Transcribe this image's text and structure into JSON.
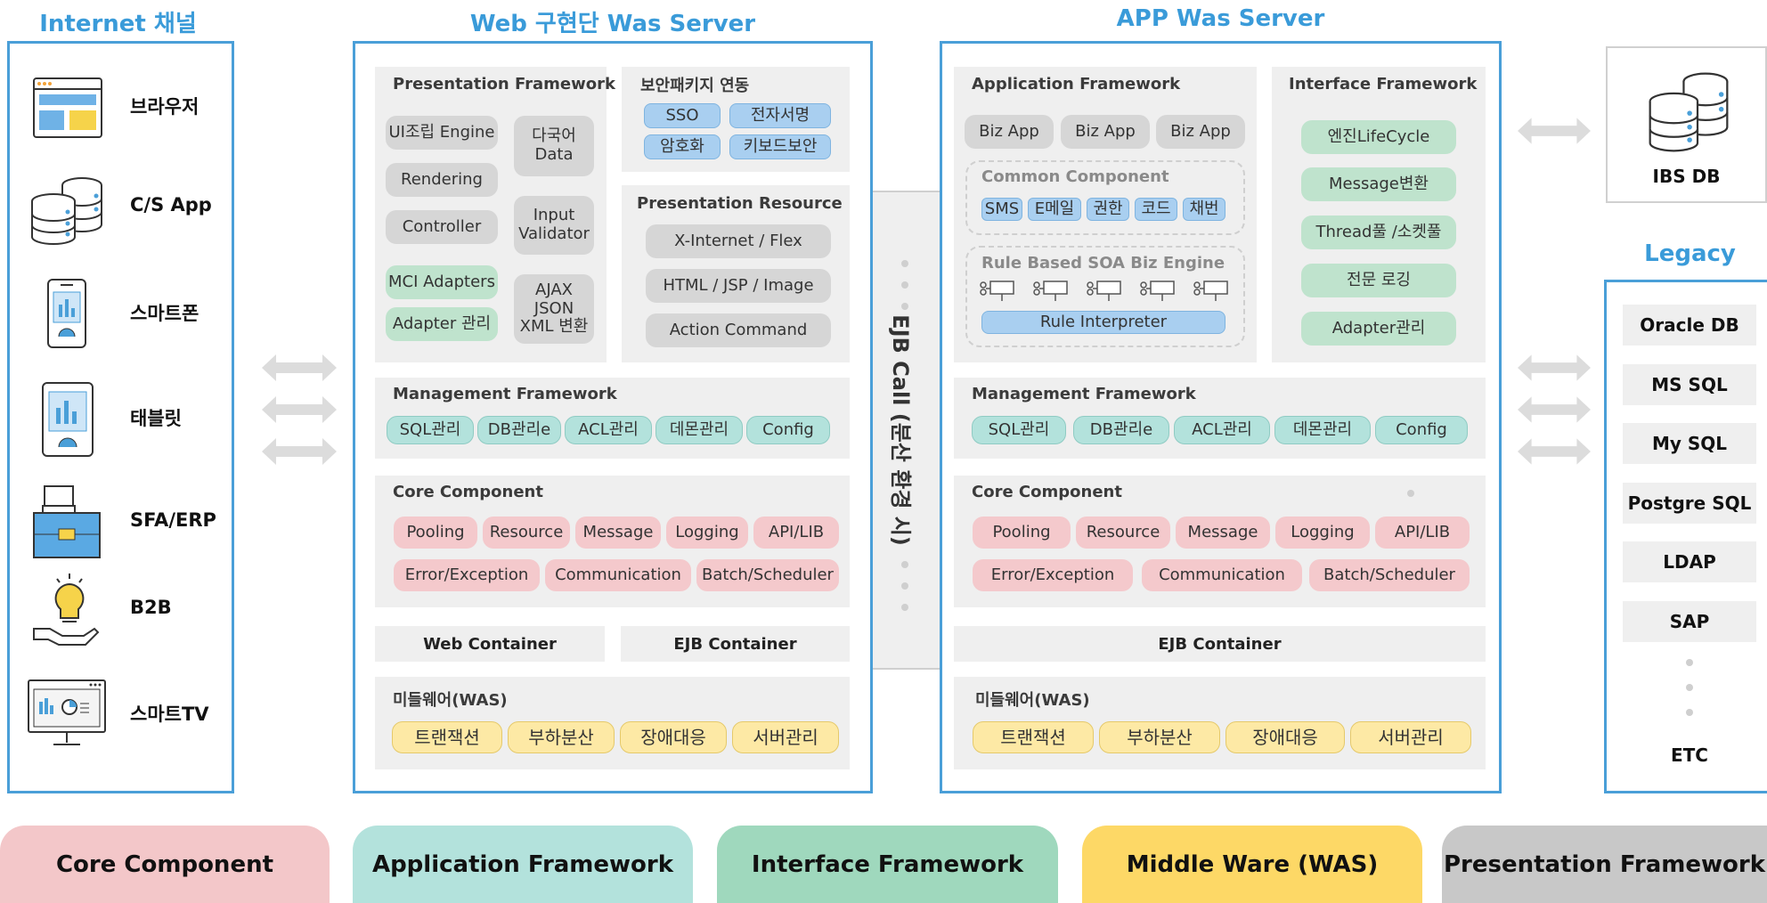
{
  "titles": {
    "internet": "Internet 채널",
    "web": "Web 구현단 Was Server",
    "app": "APP Was Server",
    "legacy": "Legacy"
  },
  "channels": [
    {
      "label": "브라우저",
      "icon": "browser-window-icon"
    },
    {
      "label": "C/S App",
      "icon": "database-servers-icon"
    },
    {
      "label": "스마트폰",
      "icon": "smartphone-icon"
    },
    {
      "label": "태블릿",
      "icon": "tablet-icon"
    },
    {
      "label": "SFA/ERP",
      "icon": "briefcase-icon"
    },
    {
      "label": "B2B",
      "icon": "lightbulb-hand-icon"
    },
    {
      "label": "스마트TV",
      "icon": "monitor-icon"
    }
  ],
  "web": {
    "presentation_framework": {
      "title": "Presentation Framework",
      "items": [
        "UI조립 Engine",
        "Rendering",
        "Controller",
        "MCI Adapters",
        "Adapter 관리"
      ],
      "side_items": [
        "다국어\nData",
        "Input\nValidator",
        "AJAX\nJSON\nXML 변환"
      ]
    },
    "security": {
      "title": "보안패키지 연동",
      "items": [
        "SSO",
        "전자서명",
        "암호화",
        "키보드보안"
      ]
    },
    "presentation_resource": {
      "title": "Presentation Resource",
      "items": [
        "X-Internet / Flex",
        "HTML / JSP / Image",
        "Action Command"
      ]
    },
    "management": {
      "title": "Management Framework",
      "items": [
        "SQL관리",
        "DB관리e",
        "ACL관리",
        "데몬관리",
        "Config"
      ]
    },
    "core": {
      "title": "Core Component",
      "row1": [
        "Pooling",
        "Resource",
        "Message",
        "Logging",
        "API/LIB"
      ],
      "row2": [
        "Error/Exception",
        "Communication",
        "Batch/Scheduler"
      ]
    },
    "containers": [
      "Web Container",
      "EJB Container"
    ],
    "middleware": {
      "title": "미들웨어(WAS)",
      "items": [
        "트랜잭션",
        "부하분산",
        "장애대응",
        "서버관리"
      ]
    }
  },
  "ejb_call": "EJB Call (분산 환경 시)",
  "app": {
    "application_framework": {
      "title": "Application Framework",
      "biz": [
        "Biz App",
        "Biz App",
        "Biz App"
      ],
      "common": {
        "title": "Common Component",
        "items": [
          "SMS",
          "E메일",
          "권한",
          "코드",
          "채번"
        ]
      },
      "rule": {
        "title": "Rule Based SOA Biz Engine",
        "interpreter": "Rule Interpreter"
      }
    },
    "interface_framework": {
      "title": "Interface Framework",
      "items": [
        "엔진LifeCycle",
        "Message변환",
        "Thread풀 /소켓풀",
        "전문 로깅",
        "Adapter관리"
      ]
    },
    "management": {
      "title": "Management Framework",
      "items": [
        "SQL관리",
        "DB관리e",
        "ACL관리",
        "데몬관리",
        "Config"
      ]
    },
    "core": {
      "title": "Core Component",
      "row1": [
        "Pooling",
        "Resource",
        "Message",
        "Logging",
        "API/LIB"
      ],
      "row2": [
        "Error/Exception",
        "Communication",
        "Batch/Scheduler"
      ]
    },
    "container": "EJB Container",
    "middleware": {
      "title": "미들웨어(WAS)",
      "items": [
        "트랜잭션",
        "부하분산",
        "장애대응",
        "서버관리"
      ]
    }
  },
  "ibs_db": "IBS DB",
  "legacy_items": [
    "Oracle DB",
    "MS SQL",
    "My SQL",
    "Postgre SQL",
    "LDAP",
    "SAP",
    "ETC"
  ],
  "legend": [
    {
      "label": "Core Component",
      "color": "#f3c7c9"
    },
    {
      "label": "Application Framework",
      "color": "#b3e2dc"
    },
    {
      "label": "Interface Framework",
      "color": "#9fd8bd"
    },
    {
      "label": "Middle Ware (WAS)",
      "color": "#fdd866"
    },
    {
      "label": "Presentation Framework",
      "color": "#c8c8c8"
    }
  ]
}
